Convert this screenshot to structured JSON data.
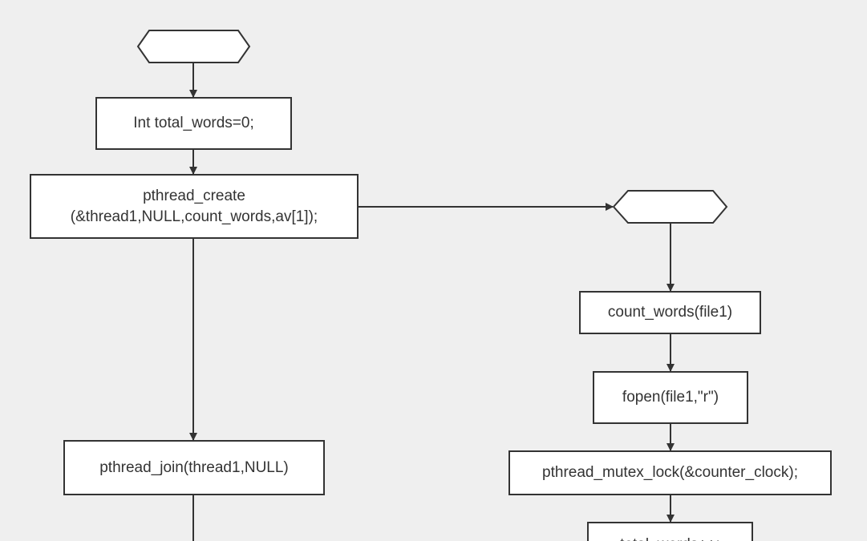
{
  "diagram": {
    "colors": {
      "background": "#efefef",
      "stroke": "#333333",
      "node_fill": "#ffffff",
      "text": "#333333"
    },
    "main_thread": {
      "start_terminal": "",
      "init": "Int total_words=0;",
      "create": "pthread_create\n(&thread1,NULL,count_words,av[1]);",
      "join": "pthread_join(thread1,NULL)"
    },
    "worker_thread": {
      "start_terminal": "",
      "count_words": "count_words(file1)",
      "fopen": "fopen(file1,\"r\")",
      "mutex_lock": "pthread_mutex_lock(&counter_clock);",
      "next_step_partial": "total_words++;"
    }
  }
}
